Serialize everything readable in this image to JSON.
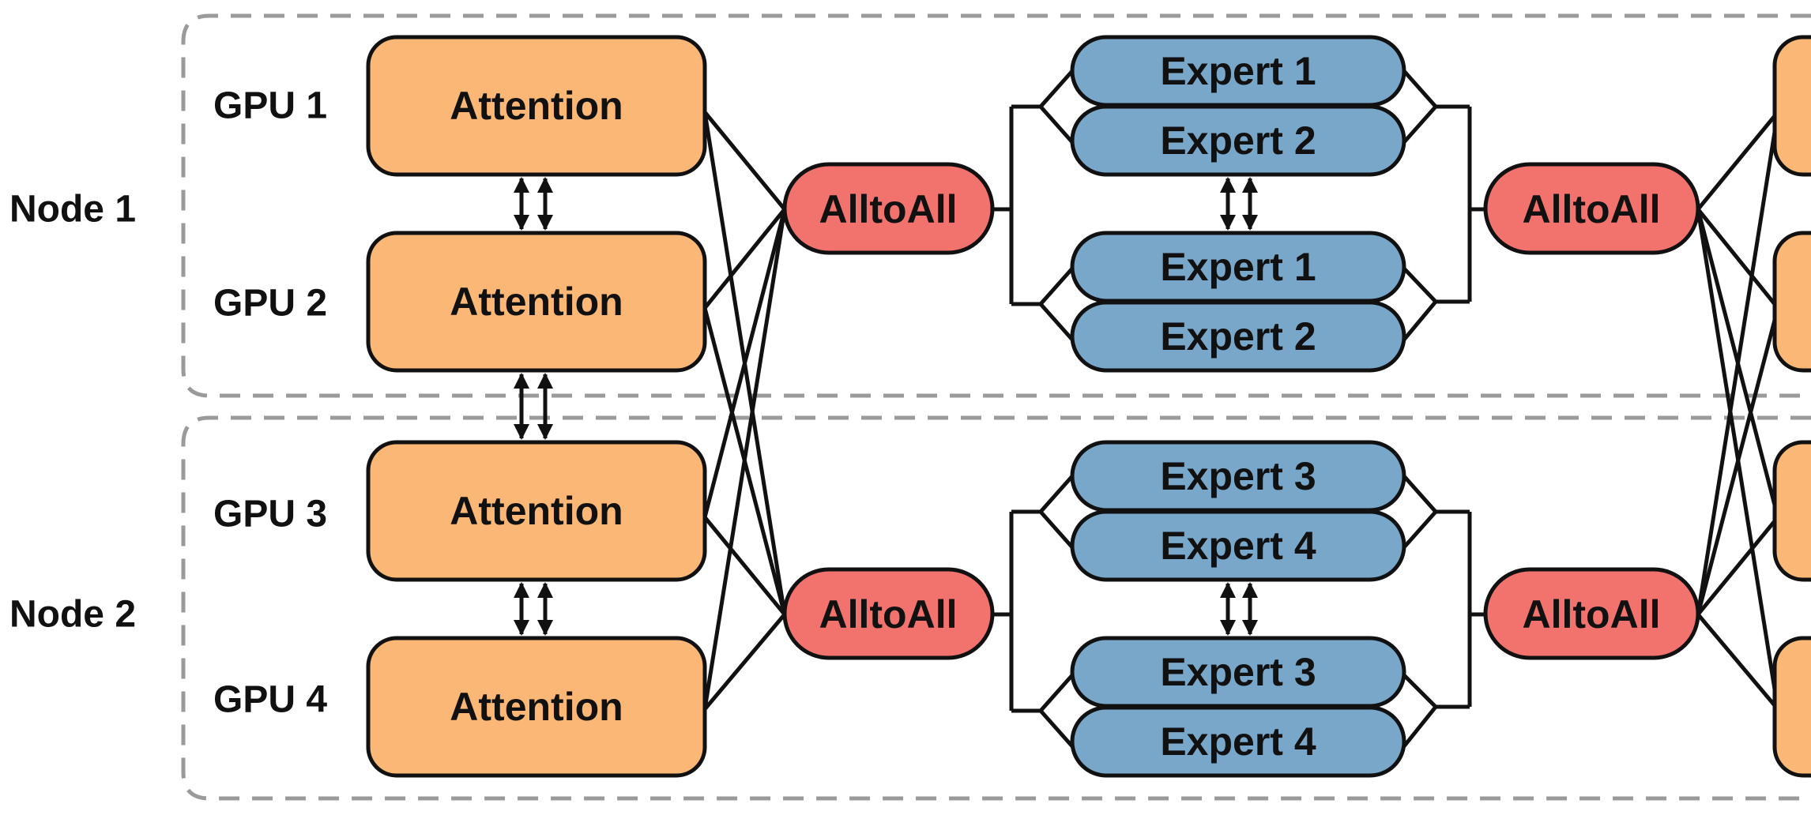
{
  "nodes": [
    {
      "label": "Node 1"
    },
    {
      "label": "Node 2"
    }
  ],
  "gpus": [
    {
      "label": "GPU 1",
      "block": "Attention"
    },
    {
      "label": "GPU 2",
      "block": "Attention"
    },
    {
      "label": "GPU 3",
      "block": "Attention"
    },
    {
      "label": "GPU 4",
      "block": "Attention"
    }
  ],
  "alltoall": {
    "left": [
      "AlltoAll",
      "AlltoAll"
    ],
    "right": [
      "AlltoAll",
      "AlltoAll"
    ]
  },
  "experts": [
    [
      "Expert 1",
      "Expert 2"
    ],
    [
      "Expert 1",
      "Expert 2"
    ],
    [
      "Expert 3",
      "Expert 4"
    ],
    [
      "Expert 3",
      "Expert 4"
    ]
  ],
  "colors": {
    "attention": "#FBB775",
    "alltoall": "#F2736E",
    "expert": "#79A7CA",
    "outline": "#111111",
    "node_border": "#9A9A9A"
  }
}
